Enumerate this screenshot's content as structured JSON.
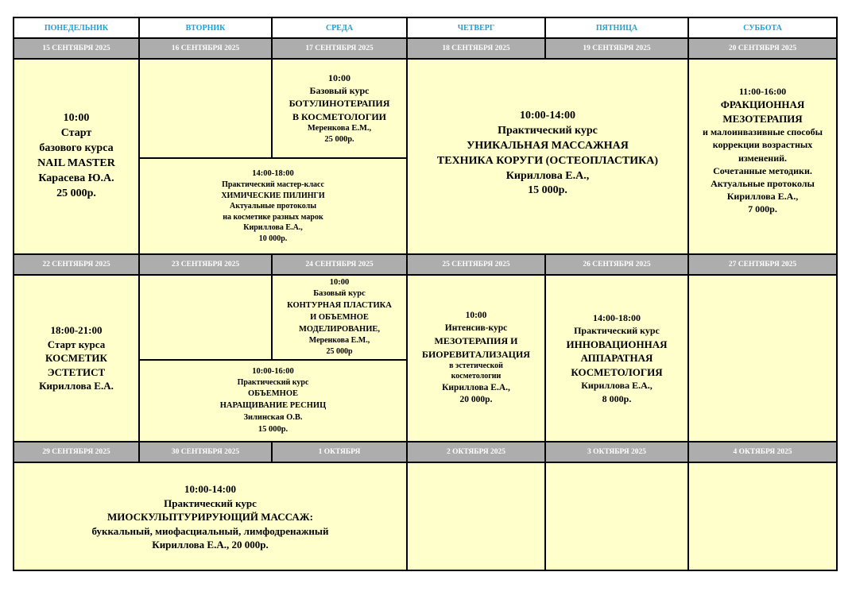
{
  "days": [
    "ПОНЕДЕЛЬНИК",
    "ВТОРНИК",
    "СРЕДА",
    "ЧЕТВЕРГ",
    "ПЯТНИЦА",
    "СУББОТА"
  ],
  "weeks": [
    {
      "dates": [
        "15 СЕНТЯБРЯ 2025",
        "16 СЕНТЯБРЯ 2025",
        "17 СЕНТЯБРЯ 2025",
        "18 СЕНТЯБРЯ 2025",
        "19 СЕНТЯБРЯ 2025",
        "20 СЕНТЯБРЯ 2025"
      ],
      "events": {
        "mon": [
          "10:00",
          "Старт",
          "базового курса",
          "NAIL MASTER",
          "Карасева Ю.А.",
          "25 000р."
        ],
        "wed": [
          "10:00",
          "Базовый курс",
          "БОТУЛИНОТЕРАПИЯ",
          "В КОСМЕТОЛОГИИ",
          "Меренкова Е.М.,",
          "25 000р."
        ],
        "tue_wed": [
          "14:00-18:00",
          "Практический мастер-класс",
          "ХИМИЧЕСКИЕ ПИЛИНГИ",
          "Актуальные протоколы",
          "на косметике разных марок",
          "Кириллова Е.А.,",
          "10 000р."
        ],
        "thu_fri": [
          "10:00-14:00",
          "Практический курс",
          "УНИКАЛЬНАЯ МАССАЖНАЯ",
          "ТЕХНИКА КОРУГИ (ОСТЕОПЛАСТИКА)",
          "Кириллова Е.А.,",
          "15 000р."
        ],
        "sat": [
          "11:00-16:00",
          "ФРАКЦИОННАЯ",
          "МЕЗОТЕРАПИЯ",
          "и малоинвазивные способы",
          "коррекции возрастных",
          "изменений.",
          "Сочетанные методики.",
          "Актуальные протоколы",
          "Кириллова Е.А.,",
          "7 000р."
        ]
      }
    },
    {
      "dates": [
        "22 СЕНТЯБРЯ 2025",
        "23 СЕНТЯБРЯ 2025",
        "24 СЕНТЯБРЯ 2025",
        "25 СЕНТЯБРЯ 2025",
        "26 СЕНТЯБРЯ 2025",
        "27 СЕНТЯБРЯ 2025"
      ],
      "events": {
        "mon": [
          "18:00-21:00",
          "Старт курса",
          "КОСМЕТИК",
          "ЭСТЕТИСТ",
          "Кириллова Е.А."
        ],
        "wed": [
          "10:00",
          "Базовый курс",
          "КОНТУРНАЯ ПЛАСТИКА",
          "И ОБЪЕМНОЕ",
          "МОДЕЛИРОВАНИЕ,",
          "Меренкова Е.М.,",
          "25 000р"
        ],
        "tue_wed": [
          "10:00-16:00",
          "Практический курс",
          "ОБЪЕМНОЕ",
          "НАРАЩИВАНИЕ РЕСНИЦ",
          "Зилинская О.В.",
          "15 000р."
        ],
        "thu": [
          "10:00",
          "Интенсив-курс",
          "МЕЗОТЕРАПИЯ И",
          "БИОРЕВИТАЛИЗАЦИЯ",
          "в эстетической",
          "косметологии",
          "Кириллова Е.А.,",
          "20 000р."
        ],
        "fri": [
          "14:00-18:00",
          "Практический курс",
          "ИННОВАЦИОННАЯ",
          "АППАРАТНАЯ",
          "КОСМЕТОЛОГИЯ",
          "Кириллова Е.А.,",
          "8 000р."
        ]
      }
    },
    {
      "dates": [
        "29 СЕНТЯБРЯ 2025",
        "30 СЕНТЯБРЯ 2025",
        "1 ОКТЯБРЯ",
        "2 ОКТЯБРЯ 2025",
        "3 ОКТЯБРЯ 2025",
        "4 ОКТЯБРЯ 2025"
      ],
      "events": {
        "mon_wed": [
          "10:00-14:00",
          "Практический курс",
          "МИОСКУЛЬПТУРИРУЮЩИЙ МАССАЖ:",
          "буккальный, миофасциальный, лимфодренажный",
          "Кириллова Е.А., 20 000р."
        ]
      }
    }
  ],
  "colors": {
    "day_header": "#1aa3d9",
    "date_bar": "#adadad",
    "event_bg": "#ffffcc",
    "border": "#000000"
  }
}
